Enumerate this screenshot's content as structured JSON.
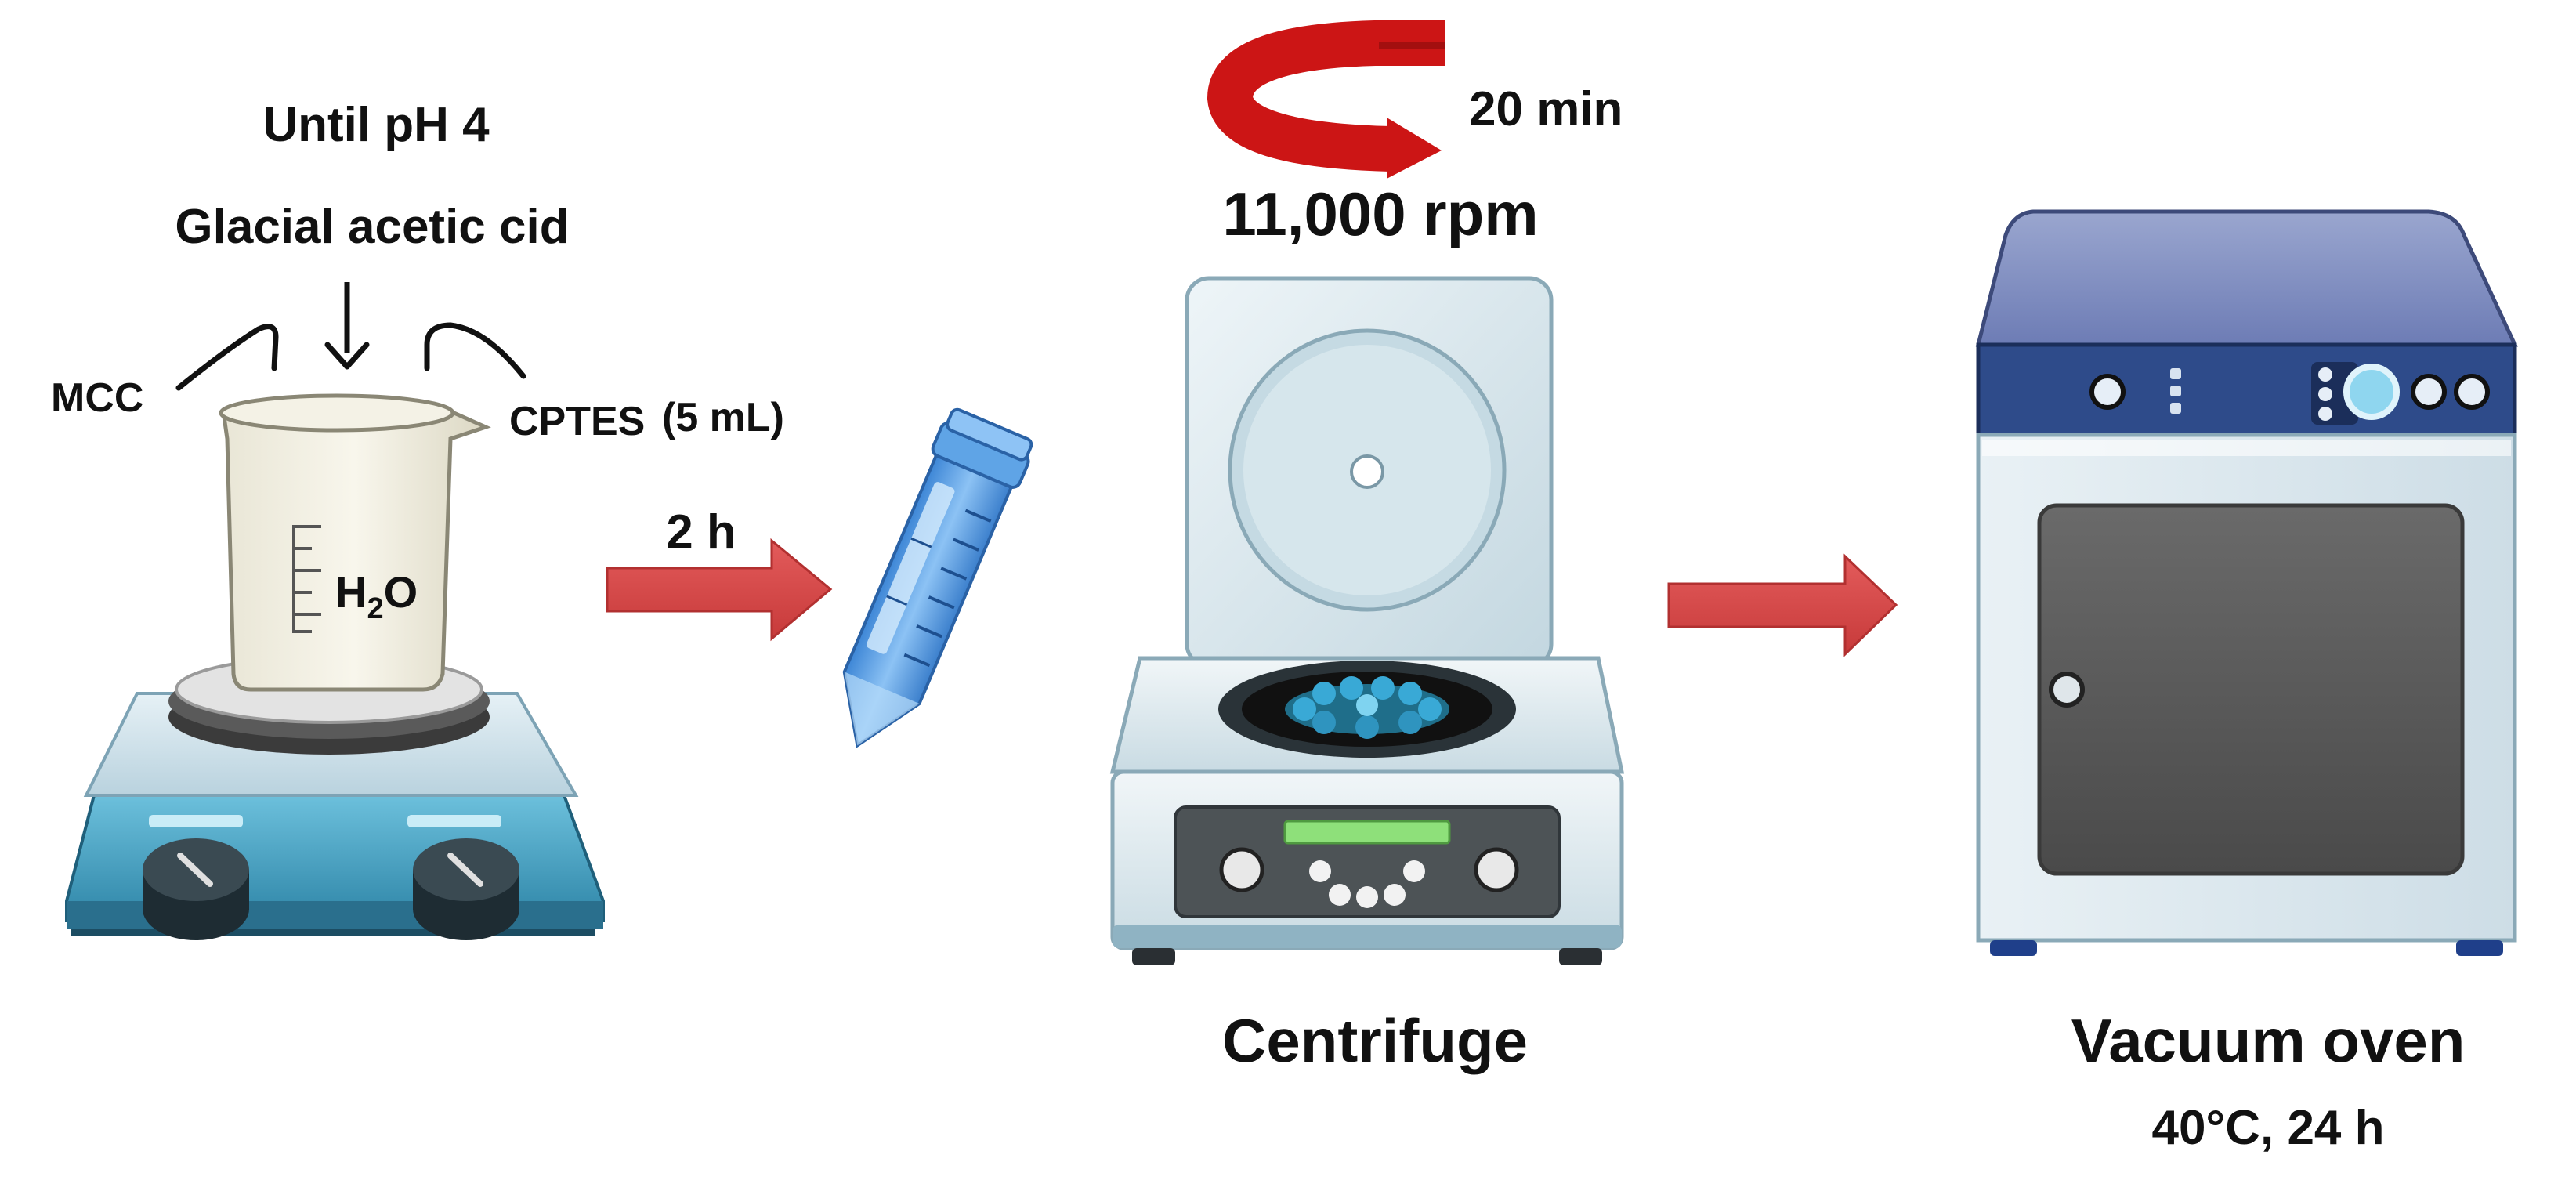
{
  "diagram": {
    "labels": {
      "until_ph": "Until pH 4",
      "acid": "Glacial acetic cid",
      "mcc": "MCC",
      "cptes": "CPTES",
      "volume": "(5 mL)",
      "water_main": "H",
      "water_sub": "2",
      "water_end": "O",
      "time_mix": "2 h",
      "spin_time": "20 min",
      "rpm": "11,000 rpm",
      "centrifuge": "Centrifuge",
      "oven": "Vacuum oven",
      "oven_conditions": "40°C, 24 h"
    },
    "icons": [
      "hotplate-stirrer-icon",
      "beaker-icon",
      "falcon-tube-icon",
      "centrifuge-icon",
      "rotation-arrow-icon",
      "vacuum-oven-icon",
      "flow-arrow-icon"
    ],
    "colors": {
      "flow_arrow": "#d94a4a",
      "rotation_arrow": "#cc1515",
      "device_blue": "#4aa8c8",
      "oven_panel": "#2e4b8a",
      "tube_blue": "#5fa4e6"
    }
  }
}
